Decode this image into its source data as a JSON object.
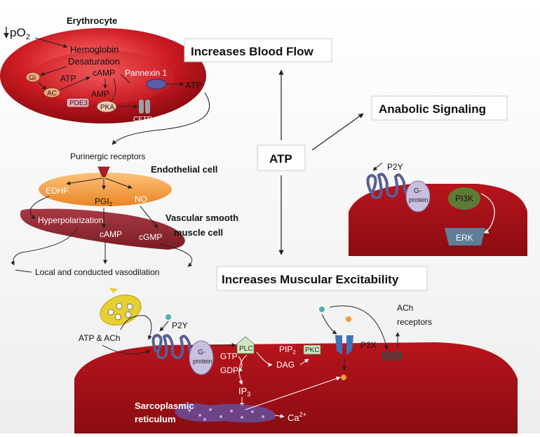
{
  "erythrocyte": {
    "title": "Erythrocyte",
    "po2": "pO",
    "po2_sub": "2",
    "hemoglobin": "Hemoglobin",
    "desaturation": "Desaturation",
    "gi": "Gi",
    "atp": "ATP",
    "camp": "cAMP",
    "pannexin": "Pannexin 1",
    "ac": "AC",
    "amp": "AMP",
    "pde3": "PDE3",
    "pka": "PKA",
    "cftr": "CFTR",
    "atp_out": "ATP"
  },
  "vascular": {
    "purinergic": "Purinergic receptors",
    "endothelial": "Endothelial cell",
    "edhf": "EDHF",
    "pgi": "PGI",
    "pgi_sub": "2",
    "no": "NO",
    "hyperpolarization": "Hyperpolarization",
    "camp": "cAMP",
    "cgmp": "cGMP",
    "vsm_line1": "Vascular smooth",
    "vsm_line2": "muscle cell",
    "vasodilation": "Local and conducted vasodilation"
  },
  "center": {
    "blood_flow": "Increases Blood Flow",
    "atp": "ATP",
    "anabolic": "Anabolic Signaling",
    "excitability": "Increases Muscular Excitability"
  },
  "anabolic_cell": {
    "p2y": "P2Y",
    "gprotein_1": "G-",
    "gprotein_2": "protein",
    "pi3k": "PI3K",
    "erk": "ERK"
  },
  "muscle": {
    "atp_ach": "ATP & ACh",
    "p2y": "P2Y",
    "gprotein_1": "G-",
    "gprotein_2": "protein",
    "plc": "PLC",
    "gtp": "GTP",
    "gdp": "GDP",
    "pip": "PIP",
    "pip_sub": "2",
    "dag": "DAG",
    "pkc": "PKC",
    "ip": "IP",
    "ip_sub": "3",
    "p2x": "P2X",
    "ach_line1": "ACh",
    "ach_line2": "receptors",
    "sr_line1": "Sarcoplasmic",
    "sr_line2": "reticulum",
    "ca": "Ca",
    "ca_sup": "2+"
  },
  "colors": {
    "rbc": "#c4141c",
    "muscle": "#a01018",
    "endothelial": "#f39a34",
    "vsm": "#8e2630",
    "receptor": "#575f93",
    "gprotein": "#b9b1d4",
    "pi3k": "#5f7a36",
    "erk": "#5e7f97",
    "p2x": "#3f72b6",
    "vesicle": "#e6cf32",
    "pale_green": "#cfe8c1",
    "sr": "#6a4a92"
  }
}
